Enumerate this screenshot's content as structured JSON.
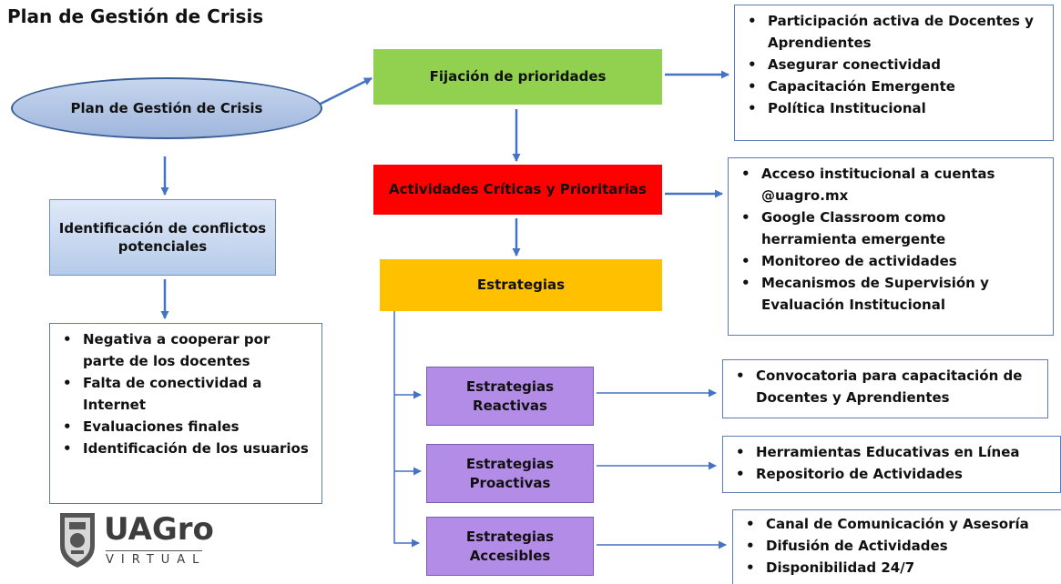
{
  "title": "Plan de Gestión de Crisis",
  "root_label": "Plan de Gestión de Crisis",
  "identification": {
    "label": "Identificación de conflictos potenciales",
    "items": [
      "Negativa a cooperar por parte de los docentes",
      "Falta de conectividad a Internet",
      "Evaluaciones finales",
      "Identificación de los usuarios"
    ]
  },
  "priorities": {
    "label": "Fijación de prioridades",
    "items": [
      "Participación activa de Docentes y Aprendientes",
      "Asegurar conectividad",
      "Capacitación Emergente",
      "Política Institucional"
    ]
  },
  "critical": {
    "label": "Actividades Críticas y Prioritarias",
    "items": [
      "Acceso institucional a cuentas @uagro.mx",
      "Google Classroom como herramienta emergente",
      "Monitoreo de actividades",
      "Mecanismos de Supervisión y Evaluación Institucional"
    ]
  },
  "strategies": {
    "label": "Estrategias",
    "reactive": {
      "label": "Estrategias Reactivas",
      "items": [
        "Convocatoria para capacitación de Docentes y Aprendientes"
      ]
    },
    "proactive": {
      "label": "Estrategias Proactivas",
      "items": [
        "Herramientas Educativas en Línea",
        "Repositorio de Actividades"
      ]
    },
    "accessible": {
      "label": "Estrategias Accesibles",
      "items": [
        "Canal de Comunicación y Asesoría",
        "Difusión de Actividades",
        "Disponibilidad 24/7"
      ]
    }
  },
  "logo": {
    "name": "UAGro",
    "subtitle": "VIRTUAL"
  },
  "colors": {
    "green": "#92d050",
    "red": "#ff0000",
    "orange": "#ffc000",
    "purple": "#b28ce6",
    "arrow": "#4472c4",
    "ellipse": "#a9bfe2"
  }
}
